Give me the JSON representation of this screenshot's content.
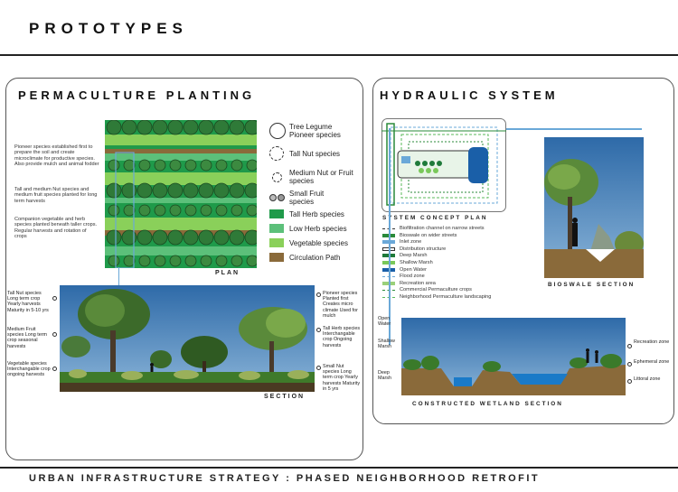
{
  "title": "PROTOTYPES",
  "permaculture": {
    "title": "PERMACULTURE PLANTING",
    "notes": [
      "Pioneer species established first to prepare the soil and create microclimate for productive species. Also provide mulch and animal fodder",
      "Tall and medium Nut species and medium fruit species planted for long term harvests",
      "Companion vegetable and herb species planted beneath taller crops. Regular harvests and rotation of crops"
    ],
    "plan_label": "PLAN",
    "legend": [
      {
        "key": "tree_legume",
        "label": "Tree Legume Pioneer species"
      },
      {
        "key": "tall_nut",
        "label": "Tall Nut species"
      },
      {
        "key": "medium_nut",
        "label": "Medium Nut or Fruit species"
      },
      {
        "key": "small_fruit",
        "label": "Small Fruit species"
      },
      {
        "key": "tall_herb",
        "label": "Tall Herb species",
        "color": "#1f9a4a"
      },
      {
        "key": "low_herb",
        "label": "Low Herb species",
        "color": "#5cc07a"
      },
      {
        "key": "vegetable",
        "label": "Vegetable species",
        "color": "#8ad05a"
      },
      {
        "key": "circulation",
        "label": "Circulation Path",
        "color": "#8a6a3a"
      }
    ],
    "section_label": "SECTION",
    "left_callouts": [
      "Tall Nut species Long term crop Yearly harvests Maturity in 5-10 yrs",
      "Medium Fruit species Long term crop seasonal harvests",
      "Vegetable species Interchangable crop ongoing harvests"
    ],
    "right_callouts": [
      "Pioneer species Planted first Creates micro climate Used for mulch",
      "Tall Herb species Interchangable crop Ongoing harvests",
      "Small Nut species Long term crop Yearly harvests Maturity in 5 yrs"
    ]
  },
  "hydraulic": {
    "title": "HYDRAULIC SYSTEM",
    "concept_label": "SYSTEM CONCEPT PLAN",
    "legend": [
      {
        "label": "Biofiltration channel on narrow streets",
        "color": "#333333",
        "style": "dash"
      },
      {
        "label": "Bioswale on wider streets",
        "color": "#2a8a3a",
        "style": "solid"
      },
      {
        "label": "Inlet zone",
        "color": "#6aa8d8",
        "style": "solid"
      },
      {
        "label": "Distribution structure",
        "color": "#ffffff",
        "style": "box"
      },
      {
        "label": "Deep Marsh",
        "color": "#1f7a3a",
        "style": "solid"
      },
      {
        "label": "Shallow Marsh",
        "color": "#7ac85a",
        "style": "solid"
      },
      {
        "label": "Open Water",
        "color": "#1a5fa8",
        "style": "solid"
      },
      {
        "label": "Flood zone",
        "color": "#6aa8d8",
        "style": "dash"
      },
      {
        "label": "Recreation area",
        "color": "#9ad07a",
        "style": "solid"
      },
      {
        "label": "Commercial Permaculture crops",
        "color": "#2a8a3a",
        "style": "dash"
      },
      {
        "label": "Neighborhood Permaculture landscaping",
        "color": "#5ab85a",
        "style": "dash"
      }
    ],
    "bioswale_label": "BIOSWALE SECTION",
    "wetland_label": "CONSTRUCTED WETLAND SECTION",
    "wetland_left": [
      "Open Water",
      "Shallow Marsh",
      "Deep Marsh"
    ],
    "wetland_right": [
      "Recreation zone",
      "Ephemeral zone",
      "Littoral zone"
    ]
  },
  "footer": "URBAN INFRASTRUCTURE STRATEGY : PHASED NEIGHBORHOOD RETROFIT"
}
